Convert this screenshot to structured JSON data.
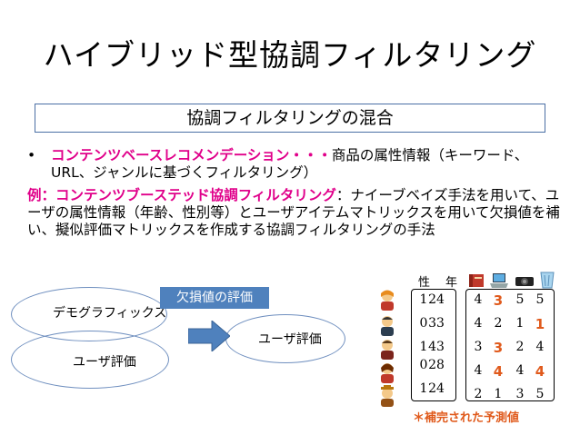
{
  "title": "ハイブリッド型協調フィルタリング",
  "subtitle": "協調フィルタリングの混合",
  "bullet1": {
    "bullet": "•",
    "highlight": "コンテンツベースレコメンデーション・・・",
    "text": "商品の属性情報（キーワード、URL、ジャンルに基づくフィルタリング）"
  },
  "example": {
    "highlight": "例：コンテンツブーステッド協調フィルタリング",
    "text": "：ナイーブベイズ手法を用いて、ユーザの属性情報（年齢、性別等）とユーザアイテムマトリックスを用いて欠損値を補い、擬似評価マトリックスを作成する協調フィルタリングの手法"
  },
  "diagram": {
    "demographics": "デモグラフィックス",
    "user_rating_in": "ユーザ評価",
    "missing_value_rating": "欠損値の評価",
    "user_rating_out": "ユーザ評価"
  },
  "matrix": {
    "header_sex": "性",
    "header_age": "年",
    "item_icons": [
      "book-icon",
      "laptop-icon",
      "camera-icon",
      "trash-can-icon"
    ],
    "attributes": [
      {
        "sex": "1",
        "age": "24"
      },
      {
        "sex": "0",
        "age": "33"
      },
      {
        "sex": "1",
        "age": "43"
      },
      {
        "sex": "0",
        "age": "28"
      },
      {
        "sex": "1",
        "age": "24"
      }
    ],
    "ratings": [
      [
        {
          "v": "4",
          "pred": false
        },
        {
          "v": "3",
          "pred": true
        },
        {
          "v": "5",
          "pred": false
        },
        {
          "v": "5",
          "pred": false
        }
      ],
      [
        {
          "v": "4",
          "pred": false
        },
        {
          "v": "2",
          "pred": false
        },
        {
          "v": "1",
          "pred": false
        },
        {
          "v": "1",
          "pred": true
        }
      ],
      [
        {
          "v": "3",
          "pred": false
        },
        {
          "v": "3",
          "pred": true
        },
        {
          "v": "2",
          "pred": false
        },
        {
          "v": "4",
          "pred": false
        }
      ],
      [
        {
          "v": "4",
          "pred": false
        },
        {
          "v": "4",
          "pred": true
        },
        {
          "v": "4",
          "pred": false
        },
        {
          "v": "4",
          "pred": true
        }
      ],
      [
        {
          "v": "2",
          "pred": false
        },
        {
          "v": "1",
          "pred": false
        },
        {
          "v": "3",
          "pred": false
        },
        {
          "v": "5",
          "pred": false
        }
      ]
    ]
  },
  "footnote": "＊補完された予測値",
  "colors": {
    "highlight": "#e0008a",
    "predicted": "#e05a1c",
    "box_fill": "#4f81bd",
    "outline": "#6f8fbf"
  }
}
